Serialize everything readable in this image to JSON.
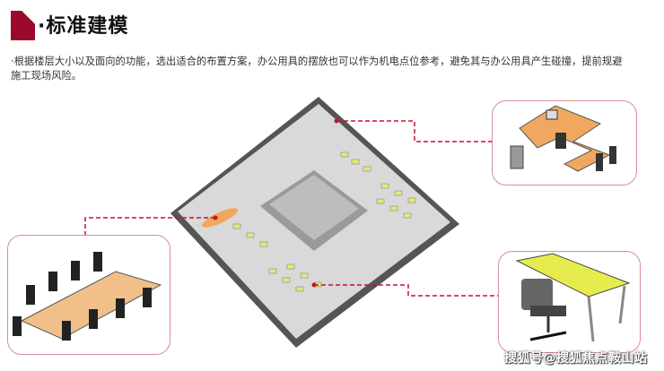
{
  "header": {
    "title": "·标准建模",
    "accent_color": "#9b0a2a"
  },
  "description": "·根据楼层大小以及面向的功能，选出适合的布置方案，办公用具的摆放也可以作为机电点位参考，避免其与办公用具产生碰撞，提前规避施工现场风险。",
  "callouts": [
    {
      "id": "meeting-table",
      "icon": "conference-table-icon"
    },
    {
      "id": "l-desk",
      "icon": "office-desk-icon"
    },
    {
      "id": "folding-desk",
      "icon": "folding-table-icon"
    }
  ],
  "line_color": "#c8102e",
  "watermark": "搜狐号@搜狐焦点鞍山站"
}
